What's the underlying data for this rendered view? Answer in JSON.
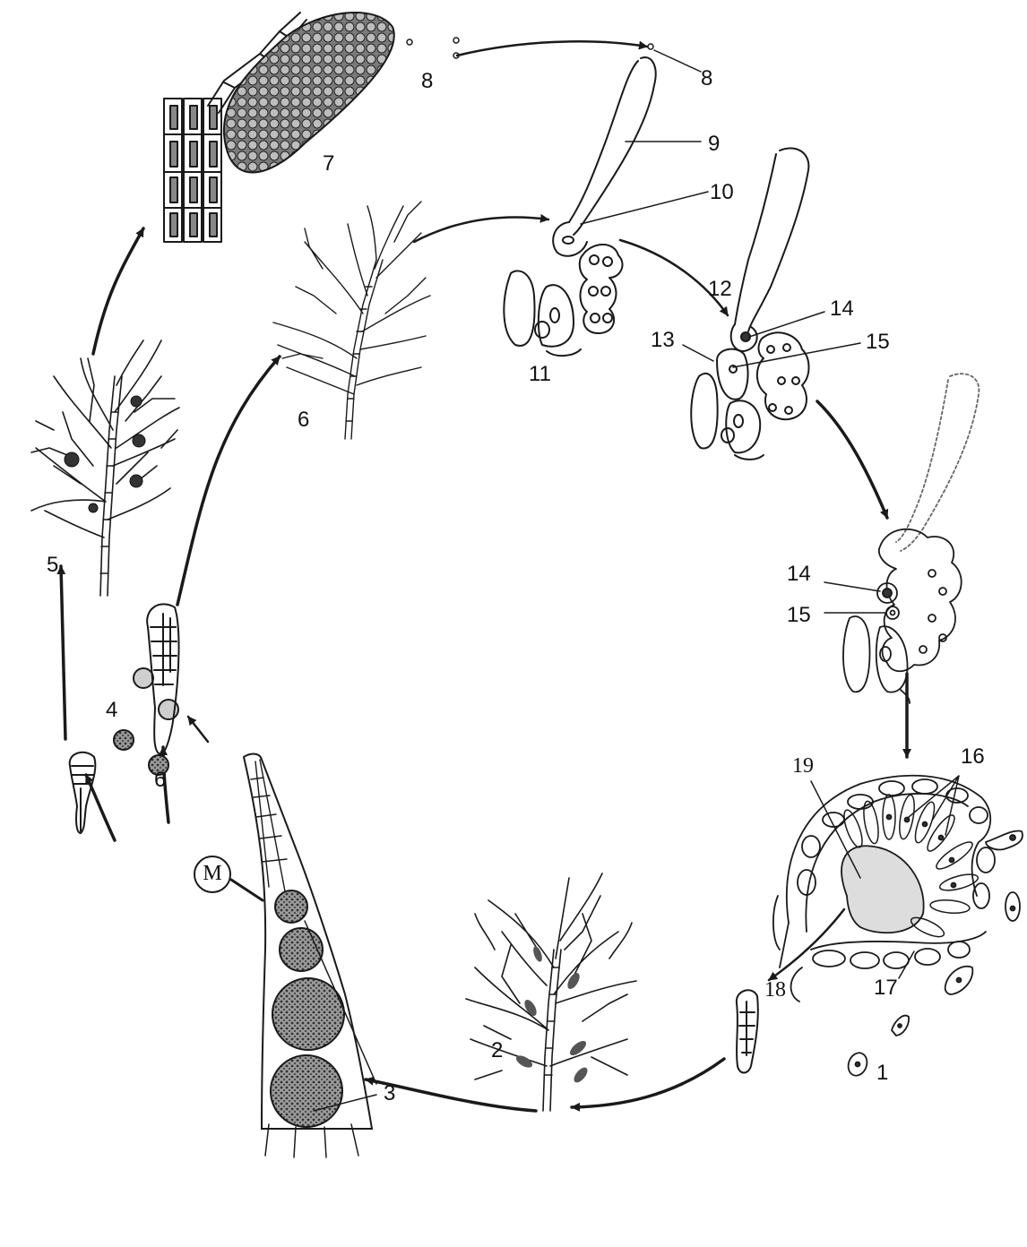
{
  "diagram": {
    "labels": {
      "l1": "1",
      "l2": "2",
      "l3": "3",
      "l4": "4",
      "l5": "5",
      "l6a": "6",
      "l6b": "6",
      "l7": "7",
      "l8a": "8",
      "l8b": "8",
      "l9": "9",
      "l10": "10",
      "l11": "11",
      "l12": "12",
      "l13": "13",
      "l14a": "14",
      "l14b": "14",
      "l15a": "15",
      "l15b": "15",
      "l16": "16",
      "l17": "17",
      "l18": "18",
      "l19": "19",
      "meiosis": "M"
    },
    "colors": {
      "ink": "#1a1a1a",
      "background": "#ffffff",
      "shade": "#555555"
    }
  }
}
